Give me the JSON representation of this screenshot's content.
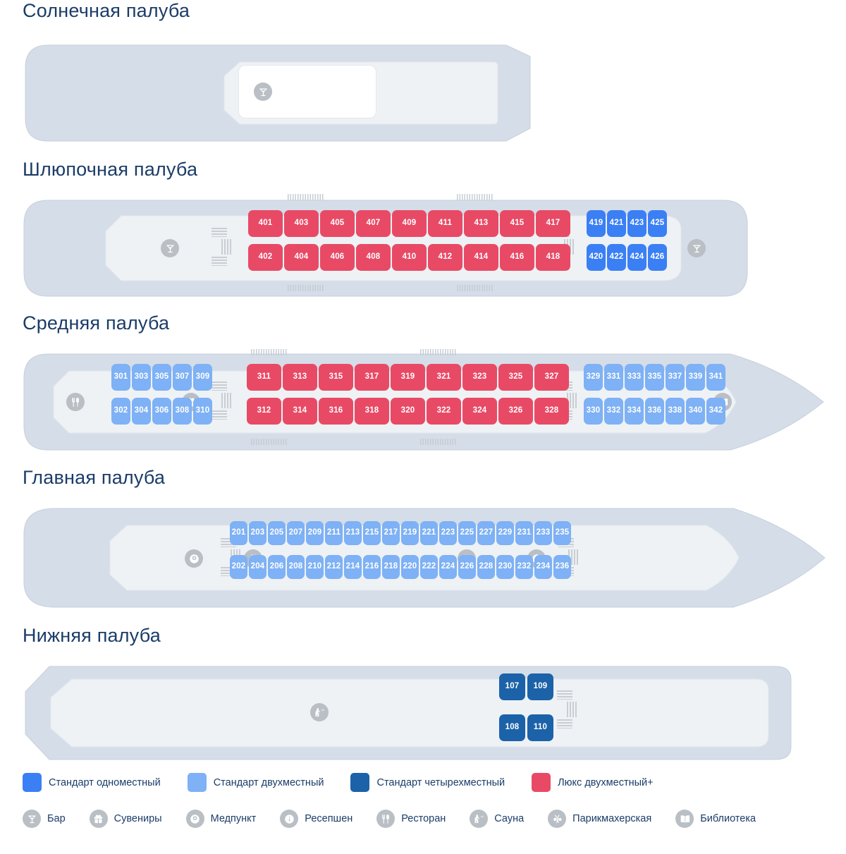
{
  "decks": [
    {
      "id": "sun",
      "title": "Солнечная палуба",
      "cabins": [],
      "amenities": [
        {
          "icon": "bar-icon",
          "name": "Бар"
        }
      ]
    },
    {
      "id": "boat",
      "title": "Шлюпочная палуба",
      "amenities": [
        {
          "icon": "bar-icon",
          "name": "Бар"
        },
        {
          "icon": "bar-icon",
          "name": "Бар"
        }
      ],
      "rows": [
        {
          "row": "upper",
          "groups": [
            {
              "type": "lux",
              "numbers": [
                "401",
                "403",
                "405",
                "407",
                "409",
                "411",
                "413",
                "415",
                "417"
              ]
            },
            {
              "type": "single",
              "numbers": [
                "419",
                "421",
                "423",
                "425"
              ]
            }
          ]
        },
        {
          "row": "lower",
          "groups": [
            {
              "type": "lux",
              "numbers": [
                "402",
                "404",
                "406",
                "408",
                "410",
                "412",
                "414",
                "416",
                "418"
              ]
            },
            {
              "type": "single",
              "numbers": [
                "420",
                "422",
                "424",
                "426"
              ]
            }
          ]
        }
      ]
    },
    {
      "id": "middle",
      "title": "Средняя палуба",
      "amenities": [
        {
          "icon": "restaurant-icon",
          "name": "Ресторан"
        },
        {
          "icon": "gift-icon",
          "name": "Сувениры"
        },
        {
          "icon": "library-icon",
          "name": "Библиотека"
        }
      ],
      "rows": [
        {
          "row": "upper",
          "groups": [
            {
              "type": "double",
              "numbers": [
                "301",
                "303",
                "305",
                "307",
                "309"
              ]
            },
            {
              "type": "lux",
              "numbers": [
                "311",
                "313",
                "315",
                "317",
                "319",
                "321",
                "323",
                "325",
                "327"
              ]
            },
            {
              "type": "double",
              "numbers": [
                "329",
                "331",
                "333",
                "335",
                "337",
                "339",
                "341"
              ]
            }
          ]
        },
        {
          "row": "lower",
          "groups": [
            {
              "type": "double",
              "numbers": [
                "302",
                "304",
                "306",
                "308",
                "310"
              ]
            },
            {
              "type": "lux",
              "numbers": [
                "312",
                "314",
                "316",
                "318",
                "320",
                "322",
                "324",
                "326",
                "328"
              ]
            },
            {
              "type": "double",
              "numbers": [
                "330",
                "332",
                "334",
                "336",
                "338",
                "340",
                "342"
              ]
            }
          ]
        }
      ]
    },
    {
      "id": "main",
      "title": "Главная палуба",
      "amenities": [
        {
          "icon": "medical-icon",
          "name": "Медпункт"
        },
        {
          "icon": "gift-icon",
          "name": "Сувениры"
        },
        {
          "icon": "scissors-icon",
          "name": "Парикмахерская"
        },
        {
          "icon": "info-icon",
          "name": "Ресепшен"
        }
      ],
      "rows": [
        {
          "row": "upper",
          "groups": [
            {
              "type": "double",
              "numbers": [
                "201",
                "203",
                "205",
                "207",
                "209",
                "211",
                "213",
                "215",
                "217",
                "219",
                "221",
                "223",
                "225",
                "227",
                "229",
                "231",
                "233",
                "235"
              ]
            }
          ]
        },
        {
          "row": "lower",
          "groups": [
            {
              "type": "double",
              "numbers": [
                "202",
                "204",
                "206",
                "208",
                "210",
                "212",
                "214",
                "216",
                "218",
                "220",
                "222",
                "224",
                "226",
                "228",
                "230",
                "232",
                "234",
                "236"
              ]
            }
          ]
        }
      ]
    },
    {
      "id": "lower",
      "title": "Нижняя палуба",
      "amenities": [
        {
          "icon": "sauna-icon",
          "name": "Сауна"
        }
      ],
      "rows": [
        {
          "row": "upper",
          "groups": [
            {
              "type": "quad",
              "numbers": [
                "107",
                "109"
              ]
            }
          ]
        },
        {
          "row": "lower",
          "groups": [
            {
              "type": "quad",
              "numbers": [
                "108",
                "110"
              ]
            }
          ]
        }
      ]
    }
  ],
  "legend": {
    "types": [
      {
        "color": "#3b7ff5",
        "label": "Стандарт одноместный",
        "key": "single"
      },
      {
        "color": "#7eb1f5",
        "label": "Стандарт двухместный",
        "key": "double"
      },
      {
        "color": "#1c62a8",
        "label": "Стандарт четырехместный",
        "key": "quad"
      },
      {
        "color": "#e84a66",
        "label": "Люкс двухместный+",
        "key": "lux"
      }
    ],
    "icons": [
      {
        "icon": "bar-icon",
        "label": "Бар"
      },
      {
        "icon": "gift-icon",
        "label": "Сувениры"
      },
      {
        "icon": "medical-icon",
        "label": "Медпункт"
      },
      {
        "icon": "info-icon",
        "label": "Ресепшен"
      },
      {
        "icon": "restaurant-icon",
        "label": "Ресторан"
      },
      {
        "icon": "sauna-icon",
        "label": "Сауна"
      },
      {
        "icon": "scissors-icon",
        "label": "Парикмахерская"
      },
      {
        "icon": "library-icon",
        "label": "Библиотека"
      }
    ]
  }
}
